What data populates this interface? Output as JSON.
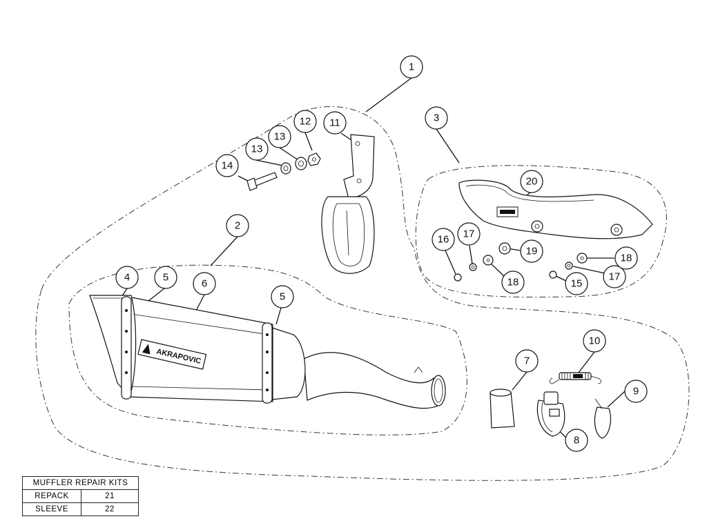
{
  "callouts": {
    "c1": "1",
    "c2": "2",
    "c3": "3",
    "c4": "4",
    "c5a": "5",
    "c5b": "5",
    "c6": "6",
    "c7": "7",
    "c8": "8",
    "c9": "9",
    "c10": "10",
    "c11": "11",
    "c12": "12",
    "c13a": "13",
    "c13b": "13",
    "c14": "14",
    "c15": "15",
    "c16": "16",
    "c17a": "17",
    "c17b": "17",
    "c18a": "18",
    "c18b": "18",
    "c19": "19",
    "c20": "20"
  },
  "logo_text": "AKRAPOVIC",
  "repair_kits": {
    "title": "MUFFLER REPAIR KITS",
    "rows": [
      {
        "label": "REPACK",
        "value": "21"
      },
      {
        "label": "SLEEVE",
        "value": "22"
      }
    ]
  }
}
